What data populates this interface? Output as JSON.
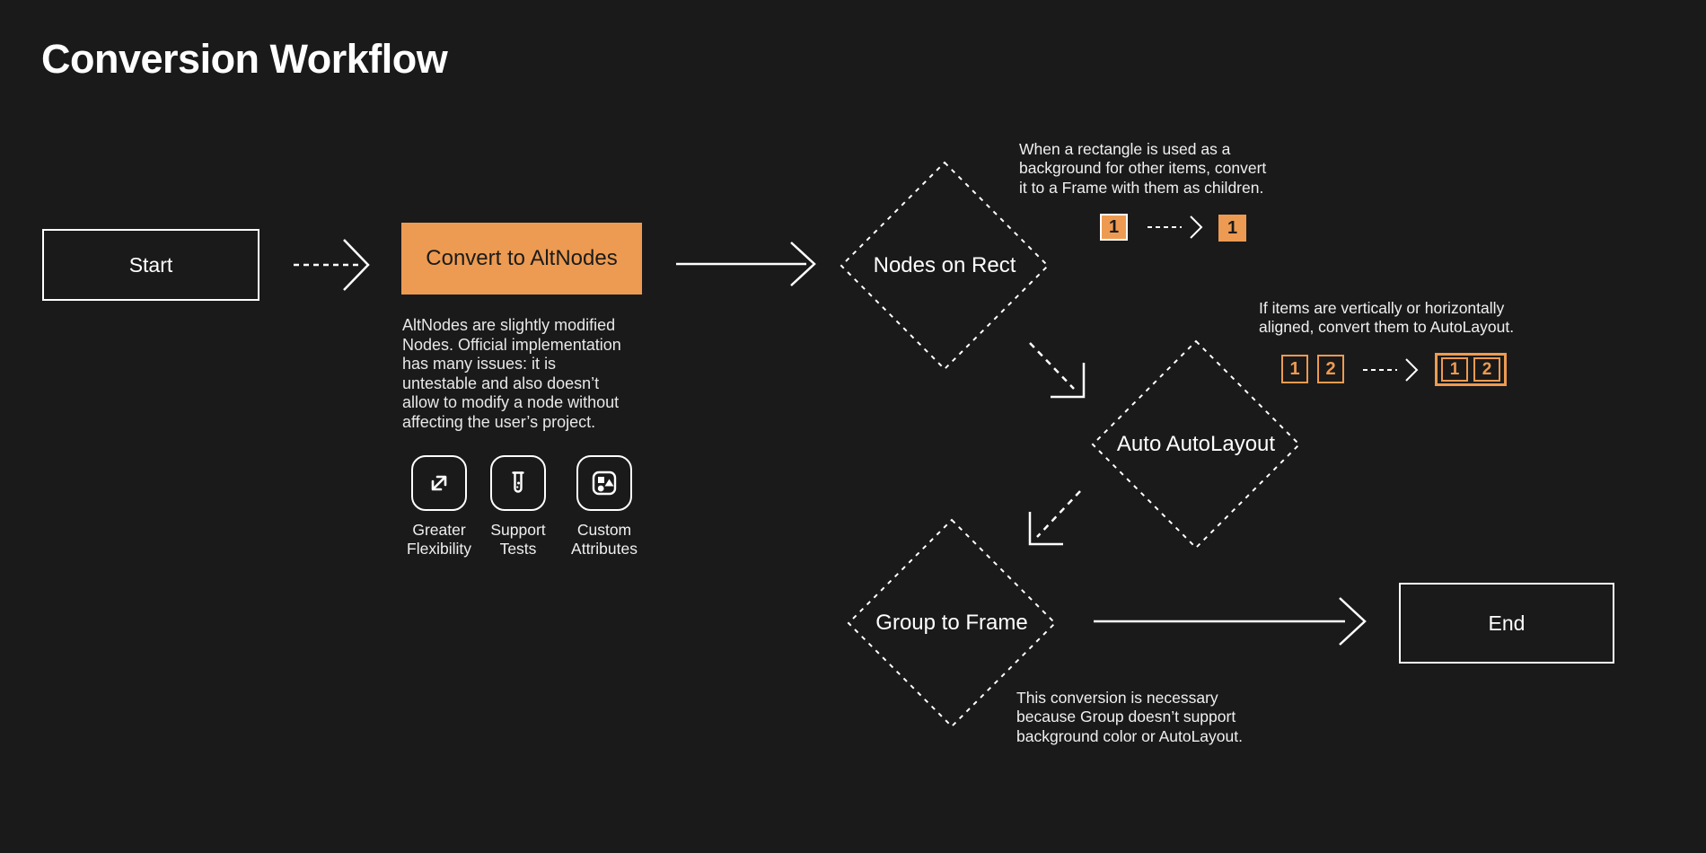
{
  "title": "Conversion Workflow",
  "colors": {
    "background": "#1a1a1a",
    "accent_orange": "#ED9B52",
    "stroke_white": "#ffffff",
    "text_muted": "#e8e8e8",
    "text_dark": "#1b1b1b"
  },
  "flow": {
    "start": {
      "label": "Start"
    },
    "convert": {
      "label": "Convert to AltNodes",
      "description": "AltNodes are slightly modified\nNodes. Official implementation\nhas many issues: it is\nuntestable and also doesn’t\nallow to modify a node without\naffecting the user’s project."
    },
    "features": [
      {
        "icon": "expand-icon",
        "label": "Greater\nFlexibility"
      },
      {
        "icon": "test-tube-icon",
        "label": "Support\nTests"
      },
      {
        "icon": "shapes-icon",
        "label": "Custom\nAttributes"
      }
    ],
    "decision_rect": {
      "label": "Nodes on Rect",
      "note": "When a rectangle is used as a\nbackground for other items, convert\nit to a Frame with them as children.",
      "before": "1",
      "after": "1"
    },
    "decision_autolayout": {
      "label": "Auto AutoLayout",
      "note": "If items are vertically or horizontally\naligned, convert them to AutoLayout.",
      "before": [
        "1",
        "2"
      ],
      "after": [
        "1",
        "2"
      ]
    },
    "decision_group": {
      "label": "Group to Frame",
      "note": "This conversion is necessary\nbecause Group doesn’t support\nbackground color or AutoLayout."
    },
    "end": {
      "label": "End"
    }
  }
}
